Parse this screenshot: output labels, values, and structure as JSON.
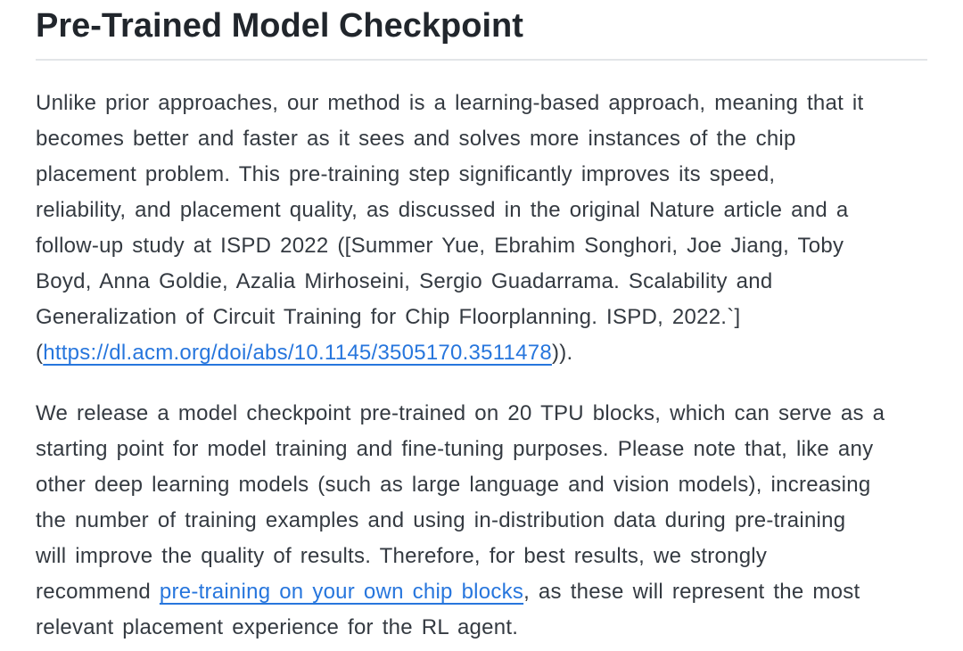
{
  "heading": {
    "title": "Pre-Trained Model Checkpoint"
  },
  "intro_paragraph": {
    "lines": [
      "Unlike prior approaches, our method is a learning-based approach, meaning that it",
      "becomes better and faster as it sees and solves more instances of the chip",
      "placement problem. This pre-training step significantly improves its speed,",
      "reliability, and placement quality, as discussed in the original Nature article and a",
      "follow-up study at ISPD 2022 ([Summer Yue, Ebrahim Songhori, Joe Jiang, Toby",
      "Boyd, Anna Goldie, Azalia Mirhoseini, Sergio Guadarrama. Scalability and",
      "Generalization of Circuit Training for Chip Floorplanning. ISPD, 2022.`]"
    ],
    "citation_line": {
      "open": "(",
      "link_text": "https://dl.acm.org/doi/abs/10.1145/3505170.3511478",
      "close": "))."
    }
  },
  "checkpoint_paragraph": {
    "lines": [
      "We release a model checkpoint pre-trained on 20 TPU blocks, which can serve as a",
      "starting point for model training and fine-tuning purposes. Please note that, like any",
      "other deep learning models (such as large language and vision models), increasing",
      "the number of training examples and using in-distribution data during pre-training",
      "will improve the quality of results. Therefore, for best results, we strongly"
    ],
    "link_line": {
      "before": "recommend ",
      "link_text": "pre-training on your own chip blocks",
      "after": ", as these will represent the most"
    },
    "last_line": "relevant placement experience for the RL agent."
  },
  "colors": {
    "heading_text": "#21262c",
    "body_text": "#343a41",
    "link": "#2776dd",
    "divider": "#e2e5e8",
    "background": "#ffffff"
  }
}
